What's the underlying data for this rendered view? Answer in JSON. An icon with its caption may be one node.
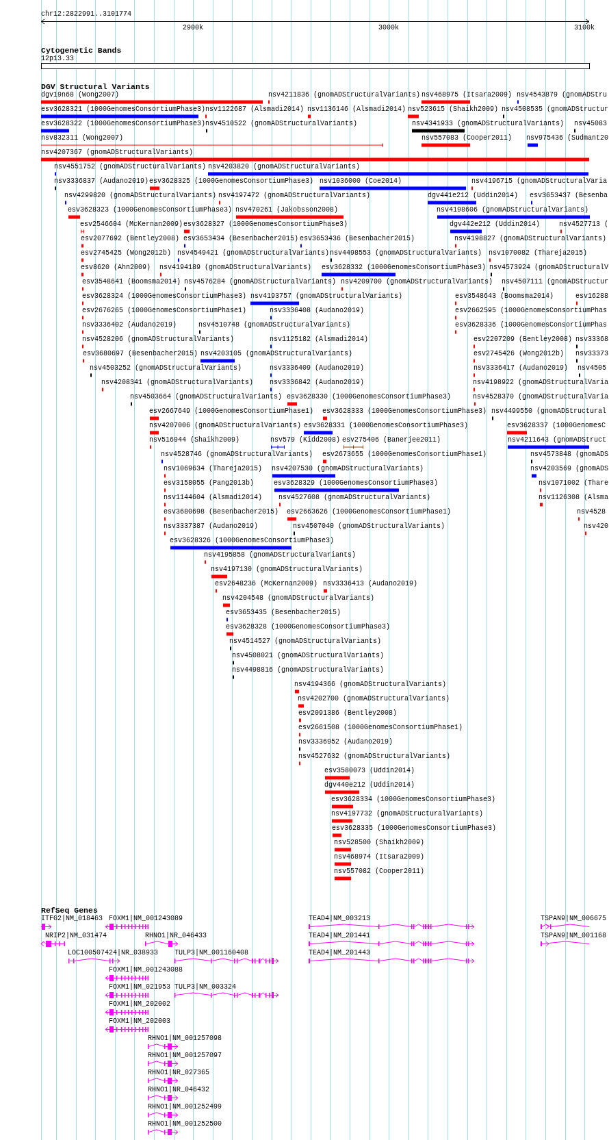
{
  "diagram": {
    "labels": [
      "chr12:2822991..3101774",
      "2900k",
      "3000k",
      "3100k",
      "Cytogenetic Bands",
      "12p13.33",
      "DGV Structural Variants",
      "dgv19n68 (Wong2007)",
      "nsv4211836 (gnomADStructuralVariants)",
      "nsv468975 (Itsara2009)",
      "nsv4543879 (gnomADStru",
      "esv3628321 (1000GenomesConsortiumPhase3)",
      "nsv1122687 (Alsmadi2014)",
      "nsv1136146 (Alsmadi2014)",
      "nsv523615 (Shaikh2009)",
      "nsv4508535 (gnomADStructur",
      "esv3628322 (1000GenomesConsortiumPhase3)",
      "nsv4510522 (gnomADStructuralVariants)",
      "nsv4341933 (gnomADStructuralVariants)",
      "nsv45083",
      "nsv832311 (Wong2007)",
      "nsv557083 (Cooper2011)",
      "nsv975436 (Sudmant20",
      "nsv4207367 (gnomADStructuralVariants)",
      "nsv4551752 (gnomADStructuralVariants)",
      "nsv4203820 (gnomADStructuralVariants)",
      "nsv3336837 (Audano2019)",
      "esv3628325 (1000GenomesConsortiumPhase3)",
      "nsv1036000 (Coe2014)",
      "nsv4196715 (gnomADStructuralVaria",
      "nsv4299820 (gnomADStructuralVariants)",
      "nsv4197472 (gnomADStructuralVariants)",
      "dgv441e212 (Uddin2014)",
      "esv3653437 (Besenba",
      "esv3628323 (1000GenomesConsortiumPhase3)",
      "nsv470261 (Jakobsson2008)",
      "nsv4198606 (gnomADStructuralVariants)",
      "esv2546604 (McKernan2009)",
      "esv3628327 (1000GenomesConsortiumPhase3)",
      "dgv442e212 (Uddin2014)",
      "nsv4527713 (",
      "esv2077692 (Bentley2008)",
      "esv3653434 (Besenbacher2015)",
      "esv3653436 (Besenbacher2015)",
      "nsv4198827 (gnomADStructuralVariants)",
      "esv2745425 (Wong2012b)",
      "nsv4549421 (gnomADStructuralVariants)",
      "nsv4498553 (gnomADStructuralVariants)",
      "nsv1070082 (Thareja2015)",
      "esv8620 (Ahn2009)",
      "nsv4194189 (gnomADStructuralVariants)",
      "esv3628332 (1000GenomesConsortiumPhase3)",
      "nsv4573924 (gnomADStructuralV",
      "esv3548641 (Boomsma2014)",
      "nsv4576284 (gnomADStructuralVariants)",
      "nsv4209700 (gnomADStructuralVariants)",
      "nsv4507111 (gnomADStructur",
      "esv3628324 (1000GenomesConsortiumPhase3)",
      "nsv4193757 (gnomADStructuralVariants)",
      "esv3548643 (Boomsma2014)",
      "esv16288",
      "esv2676265 (1000GenomesConsortiumPhase1)",
      "nsv3336408 (Audano2019)",
      "esv2662595 (1000GenomesConsortiumPhas",
      "nsv3336402 (Audano2019)",
      "nsv4510748 (gnomADStructuralVariants)",
      "esv3628336 (1000GenomesConsortiumPhas",
      "nsv4528206 (gnomADStructuralVariants)",
      "nsv1125182 (Alsmadi2014)",
      "esv2207209 (Bentley2008)",
      "nsv33368",
      "esv3680697 (Besenbacher2015)",
      "nsv4203105 (gnomADStructuralVariants)",
      "esv2745426 (Wong2012b)",
      "nsv33373",
      "nsv4503252 (gnomADStructuralVariants)",
      "nsv3336409 (Audano2019)",
      "nsv3336417 (Audano2019)",
      "nsv4505",
      "nsv4208341 (gnomADStructuralVariants)",
      "nsv3336842 (Audano2019)",
      "nsv4198922 (gnomADStructuralVaria",
      "nsv4503664 (gnomADStructuralVariants)",
      "esv3628330 (1000GenomesConsortiumPhase3)",
      "nsv4528370 (gnomADStructuralVaria",
      "esv2667649 (1000GenomesConsortiumPhase1)",
      "esv3628333 (1000GenomesConsortiumPhase3)",
      "nsv4499550 (gnomADStructural",
      "nsv4207006 (gnomADStructuralVariants)",
      "esv3628331 (1000GenomesConsortiumPhase3)",
      "esv3628337 (1000GenomesC",
      "nsv516944 (Shaikh2009)",
      "nsv579 (Kidd2008)",
      "esv275406 (Banerjee2011)",
      "nsv4211643 (gnomADStruct",
      "nsv4528746 (gnomADStructuralVariants)",
      "esv2673655 (1000GenomesConsortiumPhase1)",
      "nsv4573848 (gnomADS",
      "nsv1069634 (Thareja2015)",
      "nsv4207530 (gnomADStructuralVariants)",
      "nsv4203569 (gnomADS",
      "esv3158055 (Pang2013b)",
      "esv3628329 (1000GenomesConsortiumPhase3)",
      "nsv1071002 (Thare",
      "nsv1144604 (Alsmadi2014)",
      "nsv4527608 (gnomADStructuralVariants)",
      "nsv1126308 (Alsma",
      "esv3680698 (Besenbacher2015)",
      "esv2663626 (1000GenomesConsortiumPhase1)",
      "nsv4528",
      "nsv3337387 (Audano2019)",
      "nsv4507040 (gnomADStructuralVariants)",
      "nsv420",
      "esv3628326 (1000GenomesConsortiumPhase3)",
      "nsv4195858 (gnomADStructuralVariants)",
      "nsv4197130 (gnomADStructuralVariants)",
      "esv2648236 (McKernan2009)",
      "nsv3336413 (Audano2019)",
      "nsv4204548 (gnomADStructuralVariants)",
      "esv3653435 (Besenbacher2015)",
      "esv3628328 (1000GenomesConsortiumPhase3)",
      "nsv4514527 (gnomADStructuralVariants)",
      "nsv4508021 (gnomADStructuralVariants)",
      "nsv4498816 (gnomADStructuralVariants)",
      "nsv4194366 (gnomADStructuralVariants)",
      "nsv4202700 (gnomADStructuralVariants)",
      "esv2091386 (Bentley2008)",
      "esv2661508 (1000GenomesConsortiumPhase1)",
      "nsv3336952 (Audano2019)",
      "nsv4527632 (gnomADStructuralVariants)",
      "esv3580073 (Uddin2014)",
      "dgv440e212 (Uddin2014)",
      "esv3628334 (1000GenomesConsortiumPhase3)",
      "nsv4197732 (gnomADStructuralVariants)",
      "esv3628335 (1000GenomesConsortiumPhase3)",
      "nsv528500 (Shaikh2009)",
      "nsv468974 (Itsara2009)",
      "nsv557082 (Cooper2011)",
      "RefSeq Genes",
      "ITFG2|NM_018463",
      "FOXM1|NM_001243089",
      "TEAD4|NM_003213",
      "TSPAN9|NM_006675",
      "NRIP2|NM_031474",
      "RHNO1|NR_046433",
      "TEAD4|NM_201441",
      "TSPAN9|NM_001168",
      "LOC100507424|NR_038933",
      "TULP3|NM_001160408",
      "TEAD4|NM_201443",
      "FOXM1|NM_001243088",
      "FOXM1|NM_021953",
      "TULP3|NM_003324",
      "FOXM1|NM_202002",
      "FOXM1|NM_202003",
      "RHNO1|NM_001257098",
      "RHNO1|NM_001257097",
      "RHNO1|NR_027365",
      "RHNO1|NR_046432",
      "RHNO1|NM_001252499",
      "RHNO1|NM_001252500"
    ]
  }
}
